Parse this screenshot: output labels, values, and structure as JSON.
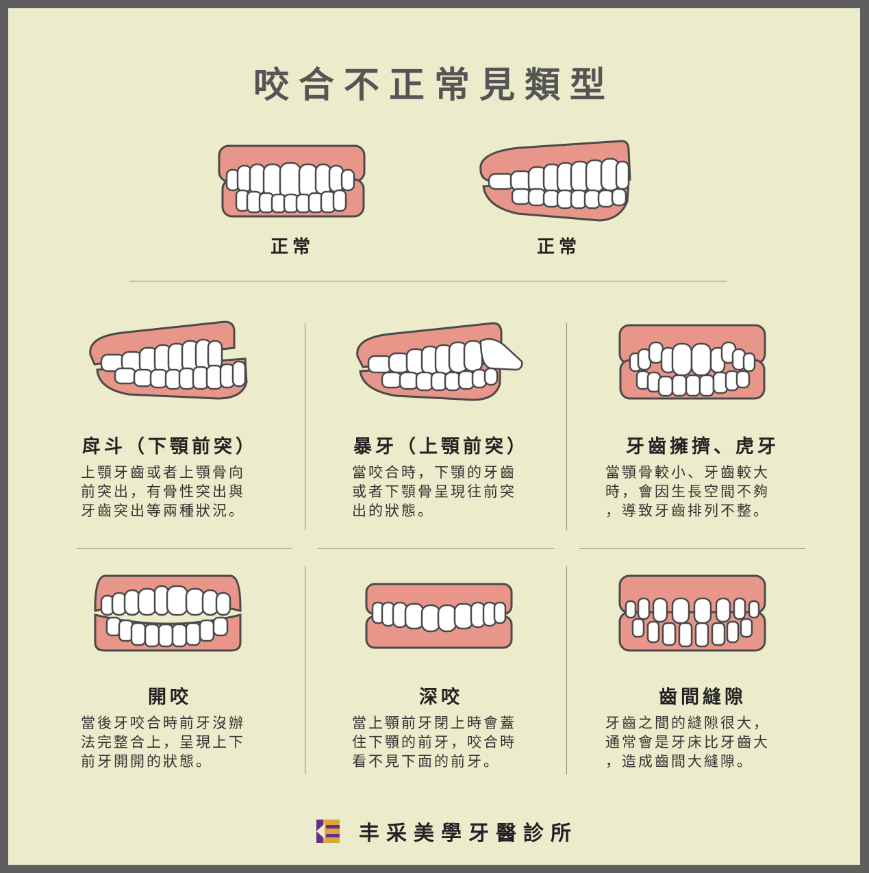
{
  "title": "咬合不正常見類型",
  "normal": [
    {
      "label": "正常",
      "icon": "normal-front-teeth-illustration"
    },
    {
      "label": "正常",
      "icon": "normal-side-teeth-illustration"
    }
  ],
  "types": [
    {
      "key": "underbite",
      "title": "戽斗（下顎前突）",
      "icon": "underbite-teeth-illustration",
      "lines": [
        "上顎牙齒或者上顎骨向",
        "前突出，有骨性突出與",
        "牙齒突出等兩種狀況。"
      ]
    },
    {
      "key": "overbite",
      "title": "暴牙（上顎前突）",
      "icon": "protruding-teeth-illustration",
      "lines": [
        "當咬合時，下顎的牙齒",
        "或者下顎骨呈現往前突",
        "出的狀態。"
      ]
    },
    {
      "key": "crowding",
      "title": "牙齒擁擠、虎牙",
      "icon": "crowded-teeth-illustration",
      "lines": [
        "當顎骨較小、牙齒較大",
        "時，會因生長空間不夠",
        "，導致牙齒排列不整。"
      ]
    },
    {
      "key": "openbite",
      "title": "開咬",
      "icon": "open-bite-teeth-illustration",
      "lines": [
        "當後牙咬合時前牙沒辦",
        "法完整合上，呈現上下",
        "前牙開開的狀態。"
      ]
    },
    {
      "key": "deepbite",
      "title": "深咬",
      "icon": "deep-bite-teeth-illustration",
      "lines": [
        "當上顎前牙閉上時會蓋",
        "住下顎的前牙，咬合時",
        "看不見下面的前牙。"
      ]
    },
    {
      "key": "gap",
      "title": "齒間縫隙",
      "icon": "gap-teeth-illustration",
      "lines": [
        "牙齒之間的縫隙很大，",
        "通常會是牙床比牙齒大",
        "，造成齒間大縫隙。"
      ]
    }
  ],
  "footer": {
    "clinic": "丰采美學牙醫診所",
    "logo_icon": "clinic-logo-icon"
  },
  "colors": {
    "background": "#ecebcb",
    "gum": "#e8958a",
    "outline": "#4a4a4a",
    "tooth": "#ffffff",
    "frame": "#5e5e5e",
    "logo_purple": "#6a2c8a",
    "logo_gold": "#d8a83a"
  }
}
